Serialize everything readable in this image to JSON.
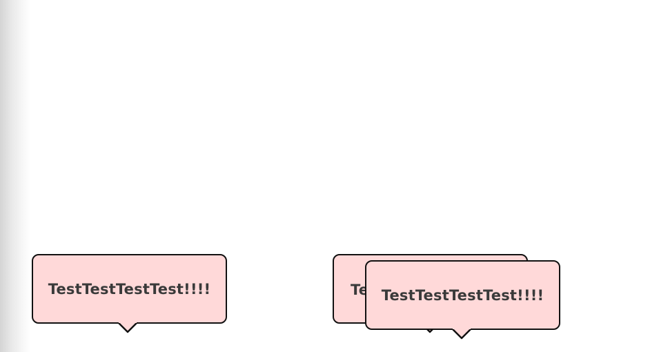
{
  "speech_bubbles": [
    {
      "text": "TestTestTestTest!!!!"
    },
    {
      "text": "TestTestTestTest!!!!"
    },
    {
      "text": "TestTestTestTest!!!!"
    }
  ],
  "colors": {
    "bubble_fill": "#ffd9d9",
    "bubble_border": "#111111",
    "bubble_text": "#3a3a3a",
    "background": "#ffffff"
  }
}
